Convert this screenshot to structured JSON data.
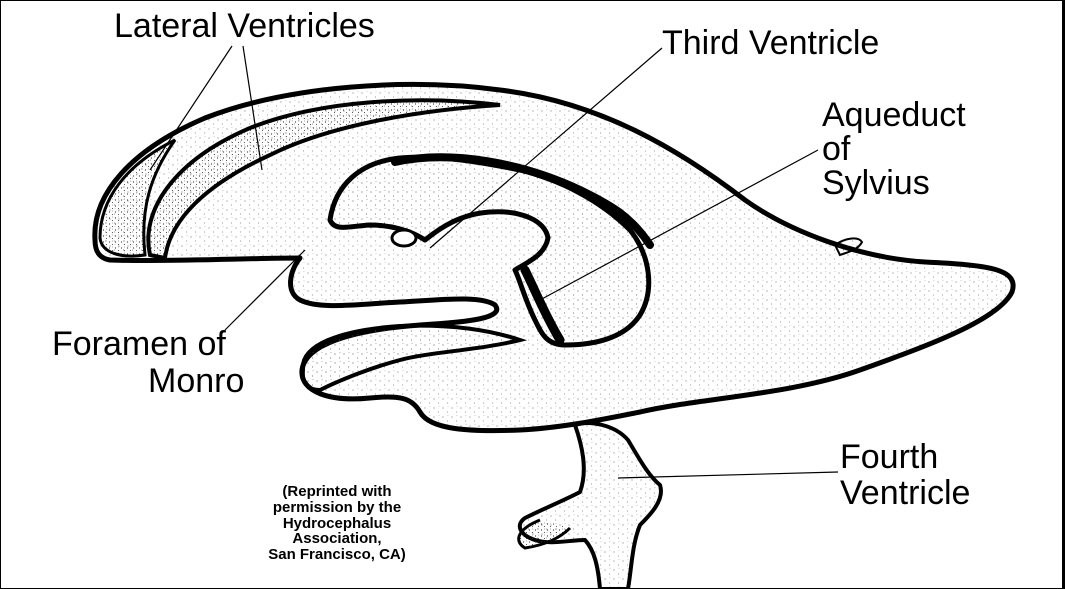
{
  "labels": {
    "lateral_ventricles": "Lateral Ventricles",
    "third_ventricle": "Third Ventricle",
    "aqueduct_line1": "Aqueduct",
    "aqueduct_line2": "of",
    "aqueduct_line3": "Sylvius",
    "foramen_line1": "Foramen of",
    "foramen_line2": "Monro",
    "fourth_line1": "Fourth",
    "fourth_line2": "Ventricle"
  },
  "credit": {
    "line1": "(Reprinted with",
    "line2": "permission by the",
    "line3": "Hydrocephalus",
    "line4": "Association,",
    "line5": "San Francisco, CA)"
  }
}
